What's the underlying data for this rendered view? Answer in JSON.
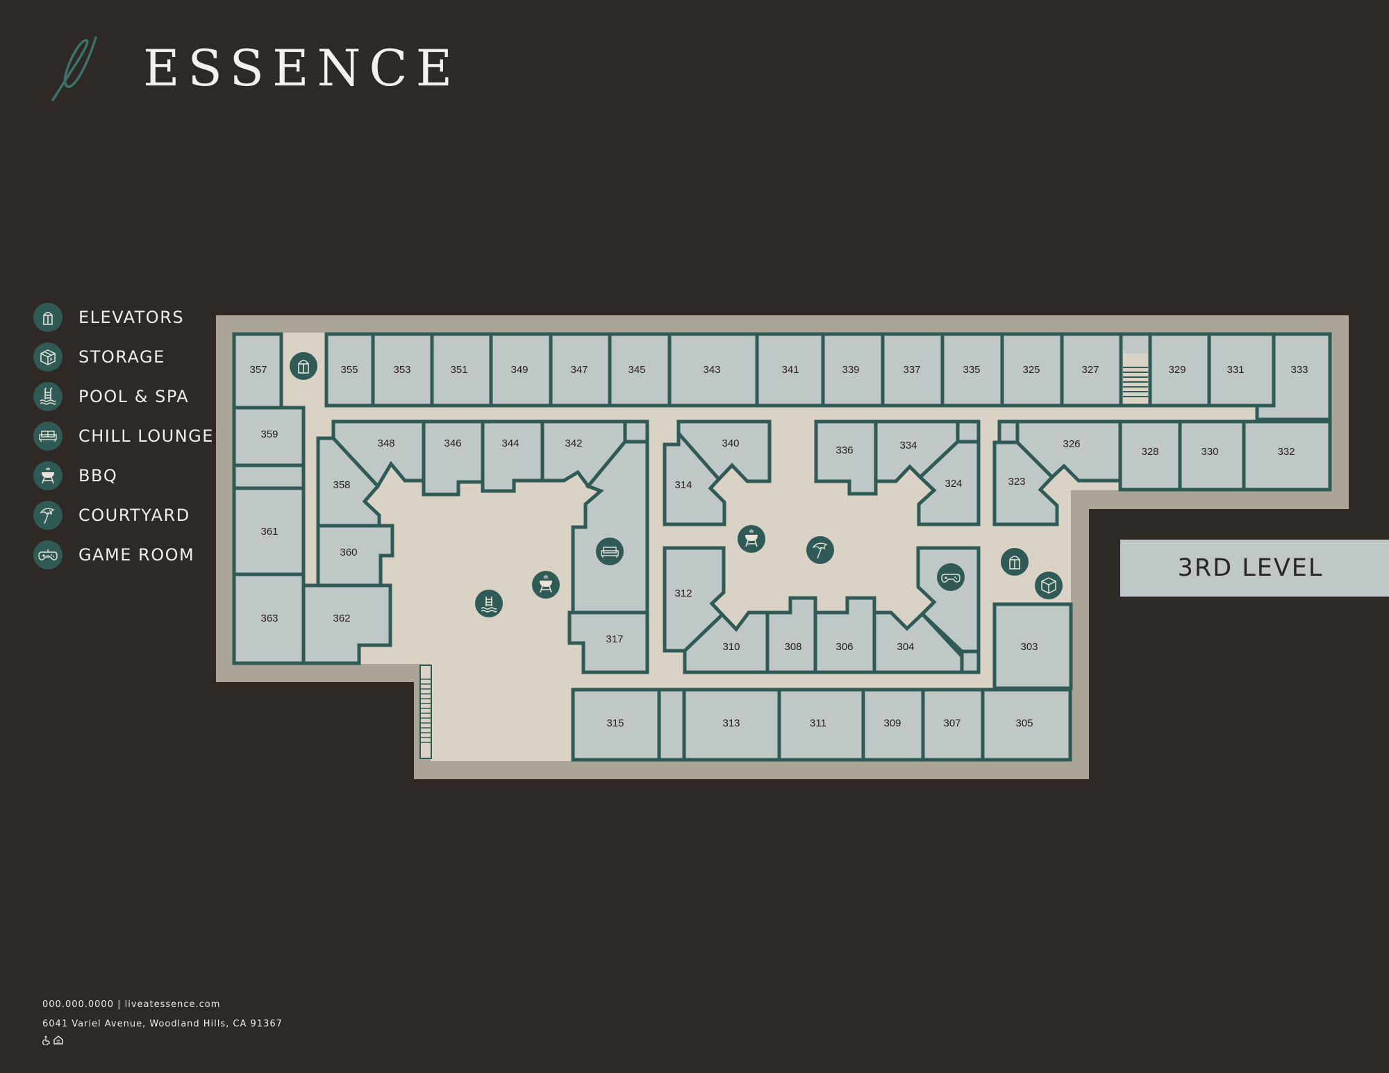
{
  "brand": {
    "name": "ESSENCE",
    "mark_color": "#3e716c"
  },
  "legend": {
    "items": [
      {
        "label": "ELEVATORS",
        "icon": "elevator-icon"
      },
      {
        "label": "STORAGE",
        "icon": "storage-box-icon"
      },
      {
        "label": "POOL & SPA",
        "icon": "pool-ladder-icon"
      },
      {
        "label": "CHILL LOUNGE",
        "icon": "sofa-icon"
      },
      {
        "label": "BBQ",
        "icon": "grill-icon"
      },
      {
        "label": "COURTYARD",
        "icon": "umbrella-icon"
      },
      {
        "label": "GAME ROOM",
        "icon": "gamepad-icon"
      }
    ]
  },
  "level": {
    "label": "3RD LEVEL"
  },
  "units": {
    "u357": "357",
    "u355": "355",
    "u353": "353",
    "u351": "351",
    "u349": "349",
    "u347": "347",
    "u345": "345",
    "u343": "343",
    "u341": "341",
    "u339": "339",
    "u337": "337",
    "u335": "335",
    "u325": "325",
    "u327": "327",
    "u329": "329",
    "u331": "331",
    "u333": "333",
    "u359": "359",
    "u361": "361",
    "u363": "363",
    "u362": "362",
    "u360": "360",
    "u358": "358",
    "u348": "348",
    "u346": "346",
    "u344": "344",
    "u342": "342",
    "u317": "317",
    "u340": "340",
    "u314": "314",
    "u312": "312",
    "u310": "310",
    "u308": "308",
    "u306": "306",
    "u304": "304",
    "u336": "336",
    "u334": "334",
    "u324": "324",
    "u323": "323",
    "u326": "326",
    "u328": "328",
    "u330": "330",
    "u332": "332",
    "u303": "303",
    "u315": "315",
    "u313": "313",
    "u311": "311",
    "u309": "309",
    "u307": "307",
    "u305": "305"
  },
  "colors": {
    "background": "#2e2924",
    "building_border": "#aba598",
    "courtyard": "#d9d2c5",
    "unit_fill": "#bfc8c6",
    "wall": "#2f5a56",
    "icon_fill": "#2f5a56"
  },
  "footer": {
    "contact": "000.000.0000 | liveatessence.com",
    "address": "6041 Variel Avenue, Woodland Hills, CA 91367",
    "icons": [
      "accessibility-icon",
      "equal-housing-icon"
    ]
  }
}
